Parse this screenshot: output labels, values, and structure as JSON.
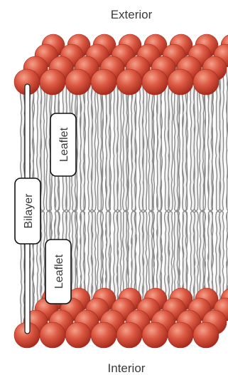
{
  "labels": {
    "top": "Exterior",
    "bottom": "Interior",
    "bilayer": "Bilayer",
    "leaflet_upper": "Leaflet",
    "leaflet_lower": "Leaflet"
  },
  "colors": {
    "head_light": "#f4a08a",
    "head_mid": "#dd5a44",
    "head_dark": "#a52a1c",
    "tail": "#8a8a8a",
    "tail_light": "#f2f2f2",
    "lower_back_tint": "#f3c3b4",
    "label_border": "#111111"
  }
}
